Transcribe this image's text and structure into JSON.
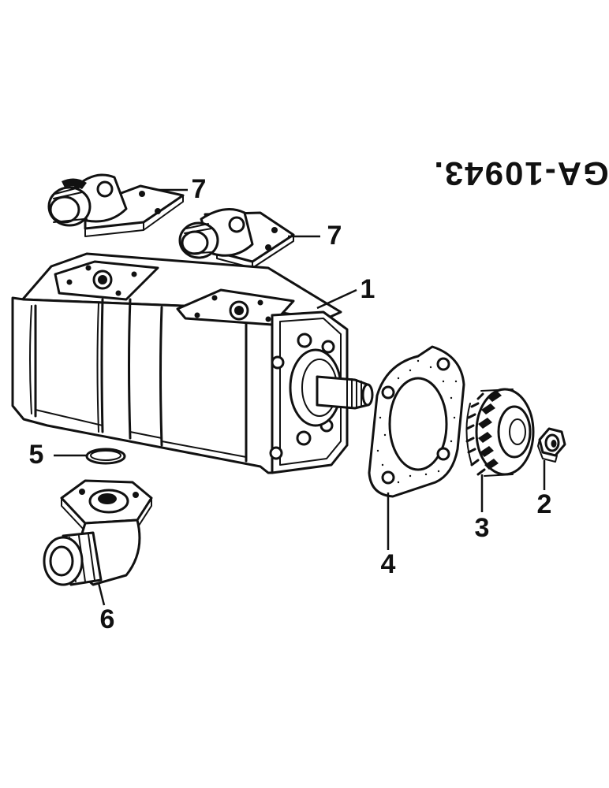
{
  "drawing": {
    "code": "GA-10943."
  },
  "callouts": {
    "c1": "1",
    "c2": "2",
    "c3": "3",
    "c4": "4",
    "c5": "5",
    "c6": "6",
    "c7a": "7",
    "c7b": "7"
  }
}
